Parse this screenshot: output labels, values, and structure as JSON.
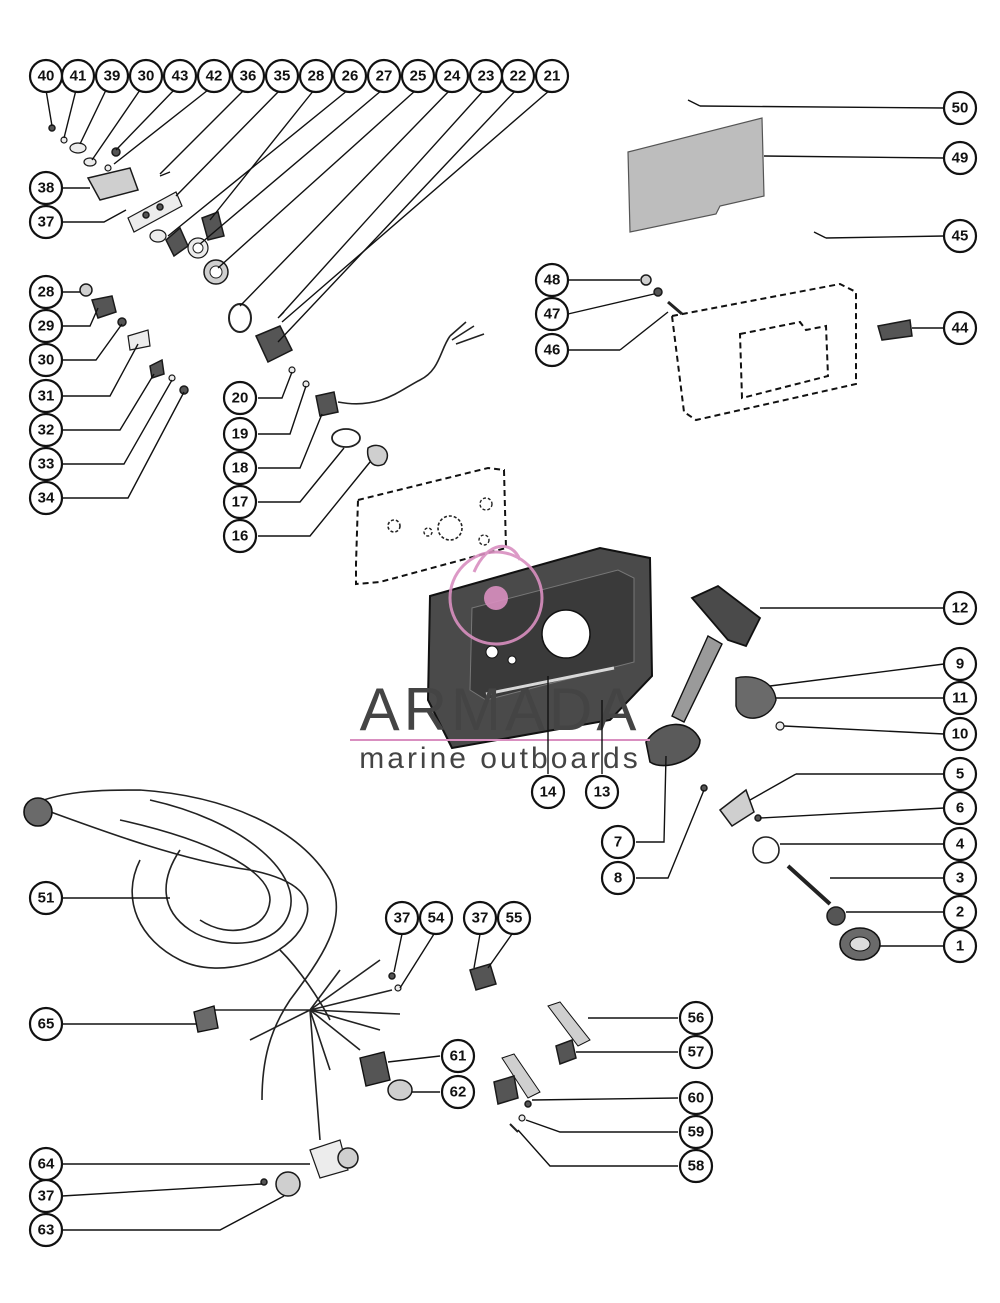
{
  "callouts": {
    "c40": "40",
    "c41": "41",
    "c39": "39",
    "c30a": "30",
    "c43": "43",
    "c42": "42",
    "c36": "36",
    "c35": "35",
    "c28a": "28",
    "c26": "26",
    "c27": "27",
    "c25": "25",
    "c24": "24",
    "c23": "23",
    "c22": "22",
    "c21": "21",
    "c38": "38",
    "c37a": "37",
    "c28b": "28",
    "c29": "29",
    "c30b": "30",
    "c31": "31",
    "c32": "32",
    "c33": "33",
    "c34": "34",
    "c20": "20",
    "c19": "19",
    "c18": "18",
    "c17": "17",
    "c16": "16",
    "c50": "50",
    "c49": "49",
    "c45": "45",
    "c44": "44",
    "c48": "48",
    "c47": "47",
    "c46": "46",
    "c12": "12",
    "c9": "9",
    "c11": "11",
    "c10": "10",
    "c14": "14",
    "c13": "13",
    "c5": "5",
    "c6": "6",
    "c4": "4",
    "c3": "3",
    "c2": "2",
    "c1": "1",
    "c7": "7",
    "c8": "8",
    "c51": "51",
    "c37b": "37",
    "c54": "54",
    "c37c": "37",
    "c55": "55",
    "c65": "65",
    "c56": "56",
    "c57": "57",
    "c61": "61",
    "c62": "62",
    "c60": "60",
    "c59": "59",
    "c58": "58",
    "c64": "64",
    "c37d": "37",
    "c63": "63"
  },
  "watermark": {
    "brand": "ARMADA",
    "tagline": "marine outboards",
    "logo_color": "#d98fc0"
  }
}
